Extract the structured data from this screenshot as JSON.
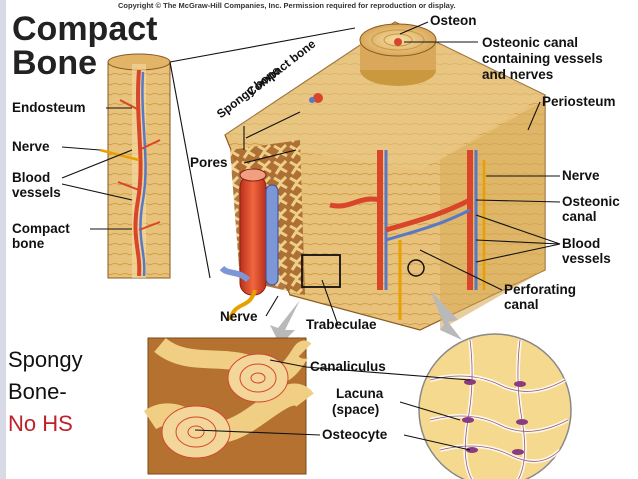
{
  "copyright": "Copyright © The McGraw-Hill Companies, Inc. Permission required for reproduction or display.",
  "title": {
    "line1": "Compact",
    "line2": "Bone"
  },
  "labels": {
    "endosteum": "Endosteum",
    "nerve_left": "Nerve",
    "blood_vessels_left_1": "Blood",
    "blood_vessels_left_2": "vessels",
    "compact_bone_left_1": "Compact",
    "compact_bone_left_2": "bone",
    "pores": "Pores",
    "spongy_bone": "Spongy bone",
    "compact_bone_top": "Compact bone",
    "osteon": "Osteon",
    "osteonic_canal_top_1": "Osteonic canal",
    "osteonic_canal_top_2": "containing vessels",
    "osteonic_canal_top_3": "and nerves",
    "periosteum": "Periosteum",
    "nerve_right": "Nerve",
    "osteonic_canal_right_1": "Osteonic",
    "osteonic_canal_right_2": "canal",
    "blood_vessels_right_1": "Blood",
    "blood_vessels_right_2": "vessels",
    "perforating_canal_1": "Perforating",
    "perforating_canal_2": "canal",
    "nerve_bottom": "Nerve",
    "trabeculae": "Trabeculae",
    "canaliculus": "Canaliculus",
    "lacuna_1": "Lacuna",
    "lacuna_2": "(space)",
    "osteocyte": "Osteocyte"
  },
  "overlay": {
    "line1": "Spongy",
    "line2": "Bone-",
    "line3": "No HS"
  },
  "colors": {
    "bone": "#e8c27a",
    "bone_dark": "#c9983f",
    "vessel_red": "#d8452a",
    "vessel_blue": "#5a78c8",
    "overlay_red": "#c0202a"
  }
}
